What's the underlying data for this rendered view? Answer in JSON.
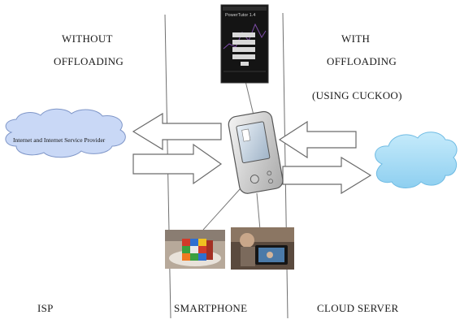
{
  "labels": {
    "without_line1": "WITHOUT",
    "without_line2": "OFFLOADING",
    "with_line1": "WITH",
    "with_line2": "OFFLOADING",
    "with_line3": "(USING CUCKOO)",
    "isp": "ISP",
    "smartphone": "SMARTPHONE",
    "cloud_server": "CLOUD SERVER",
    "isp_cloud_text": "Internet and Internet Service Provider"
  },
  "app_screenshot": {
    "title": "PowerTutor 1.4"
  },
  "colors": {
    "isp_cloud_fill": "#c9d8f6",
    "isp_cloud_stroke": "#7f96c8",
    "cloud_server_fill": "#a8dcf5",
    "cloud_server_stroke": "#6fbbe3",
    "arrow_fill": "#ffffff",
    "arrow_stroke": "#6b6b6b",
    "divider_line": "#6f6f6f",
    "device_body": "#d8d8d8"
  }
}
